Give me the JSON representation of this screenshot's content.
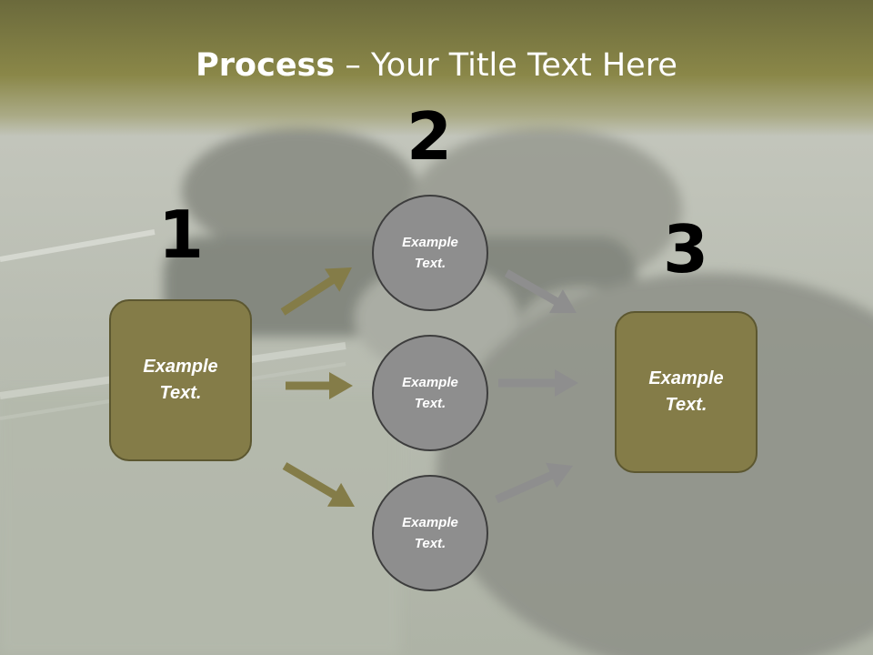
{
  "slide": {
    "title_bold": "Process",
    "title_rest": " – Your Title Text Here"
  },
  "steps": {
    "one": "1",
    "two": "2",
    "three": "3"
  },
  "boxes": {
    "left": "Example\nText.",
    "right": "Example\nText."
  },
  "circles": [
    {
      "text": "Example\nText."
    },
    {
      "text": "Example\nText."
    },
    {
      "text": "Example\nText."
    }
  ],
  "colors": {
    "header": "#8a8748",
    "box_fill": "#847c48",
    "box_border": "#5c5730",
    "circle_fill": "#8e8e8e",
    "arrow_olive": "#847c48",
    "arrow_gray": "#8e8e8e"
  }
}
